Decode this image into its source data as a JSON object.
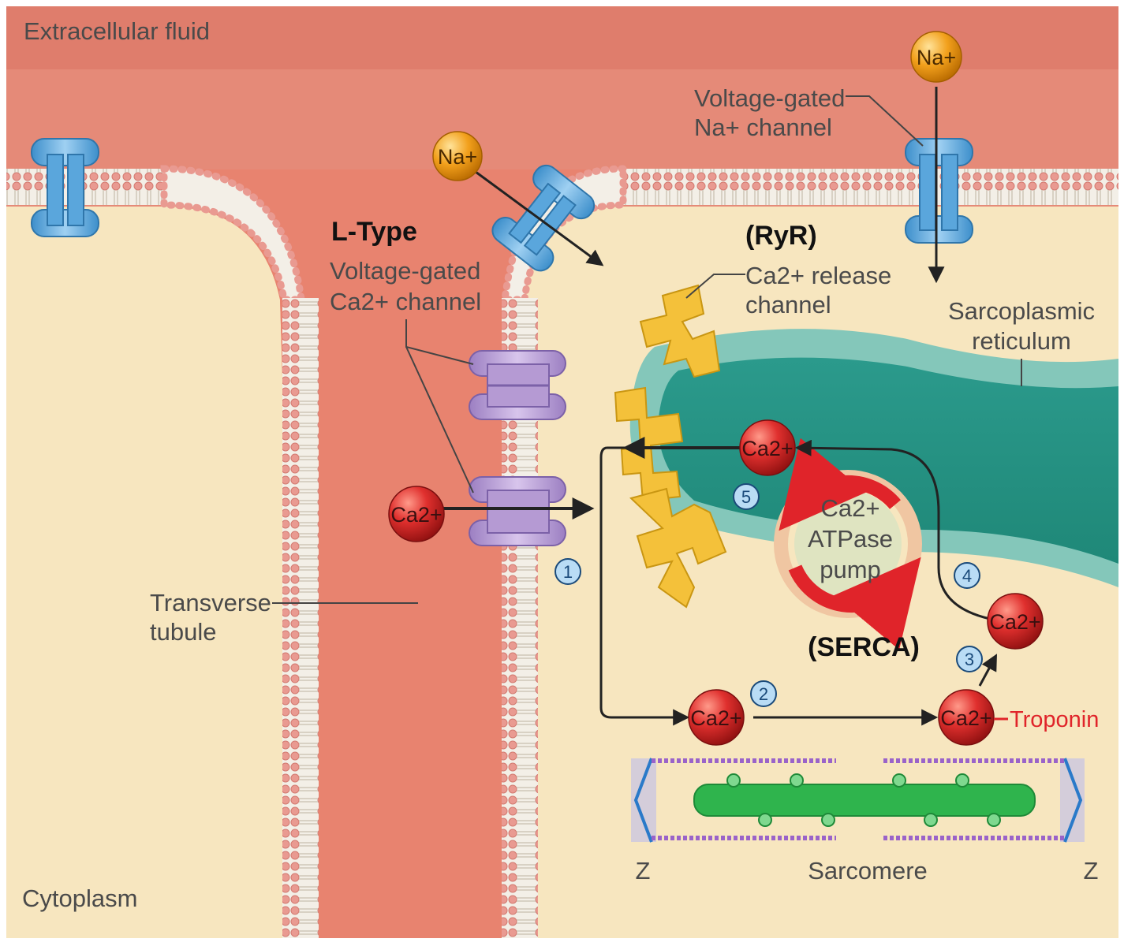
{
  "labels": {
    "extracellular": "Extracellular fluid",
    "cytoplasm": "Cytoplasm",
    "transverse_tubule": [
      "Transverse",
      "tubule"
    ],
    "ltype_title": "L-Type",
    "ltype_desc": [
      "Voltage-gated",
      "Ca2+ channel"
    ],
    "ryr_title": "(RyR)",
    "ryr_desc": [
      "Ca2+ release",
      "channel"
    ],
    "na_channel": [
      "Voltage-gated",
      "Na+ channel"
    ],
    "sr": [
      "Sarcoplasmic",
      "reticulum"
    ],
    "pump": [
      "Ca2+",
      "ATPase",
      "pump"
    ],
    "serca": "(SERCA)",
    "troponin": "Troponin",
    "sarcomere": "Sarcomere",
    "z_left": "Z",
    "z_right": "Z"
  },
  "ions": {
    "na": "Na+",
    "ca": "Ca2+"
  },
  "steps": [
    "1",
    "2",
    "3",
    "4",
    "5"
  ],
  "colors": {
    "extracellular": "#e58a78",
    "cytoplasm": "#f7e6bf",
    "ttubule": "#e8836f",
    "sr_outer": "#7fc4b7",
    "sr_inner": "#2a9a8a",
    "membrane_head": "#e99a91",
    "na_channel": "#5aa6dc",
    "ca_channel": "#b59ad3",
    "ryr": "#f4c13a",
    "pump_arrow": "#e0242a",
    "ca_ion": "#d92b2b",
    "na_ion": "#f0a21a",
    "actin": "#2fb44d",
    "myosin": "#9a63c9"
  }
}
